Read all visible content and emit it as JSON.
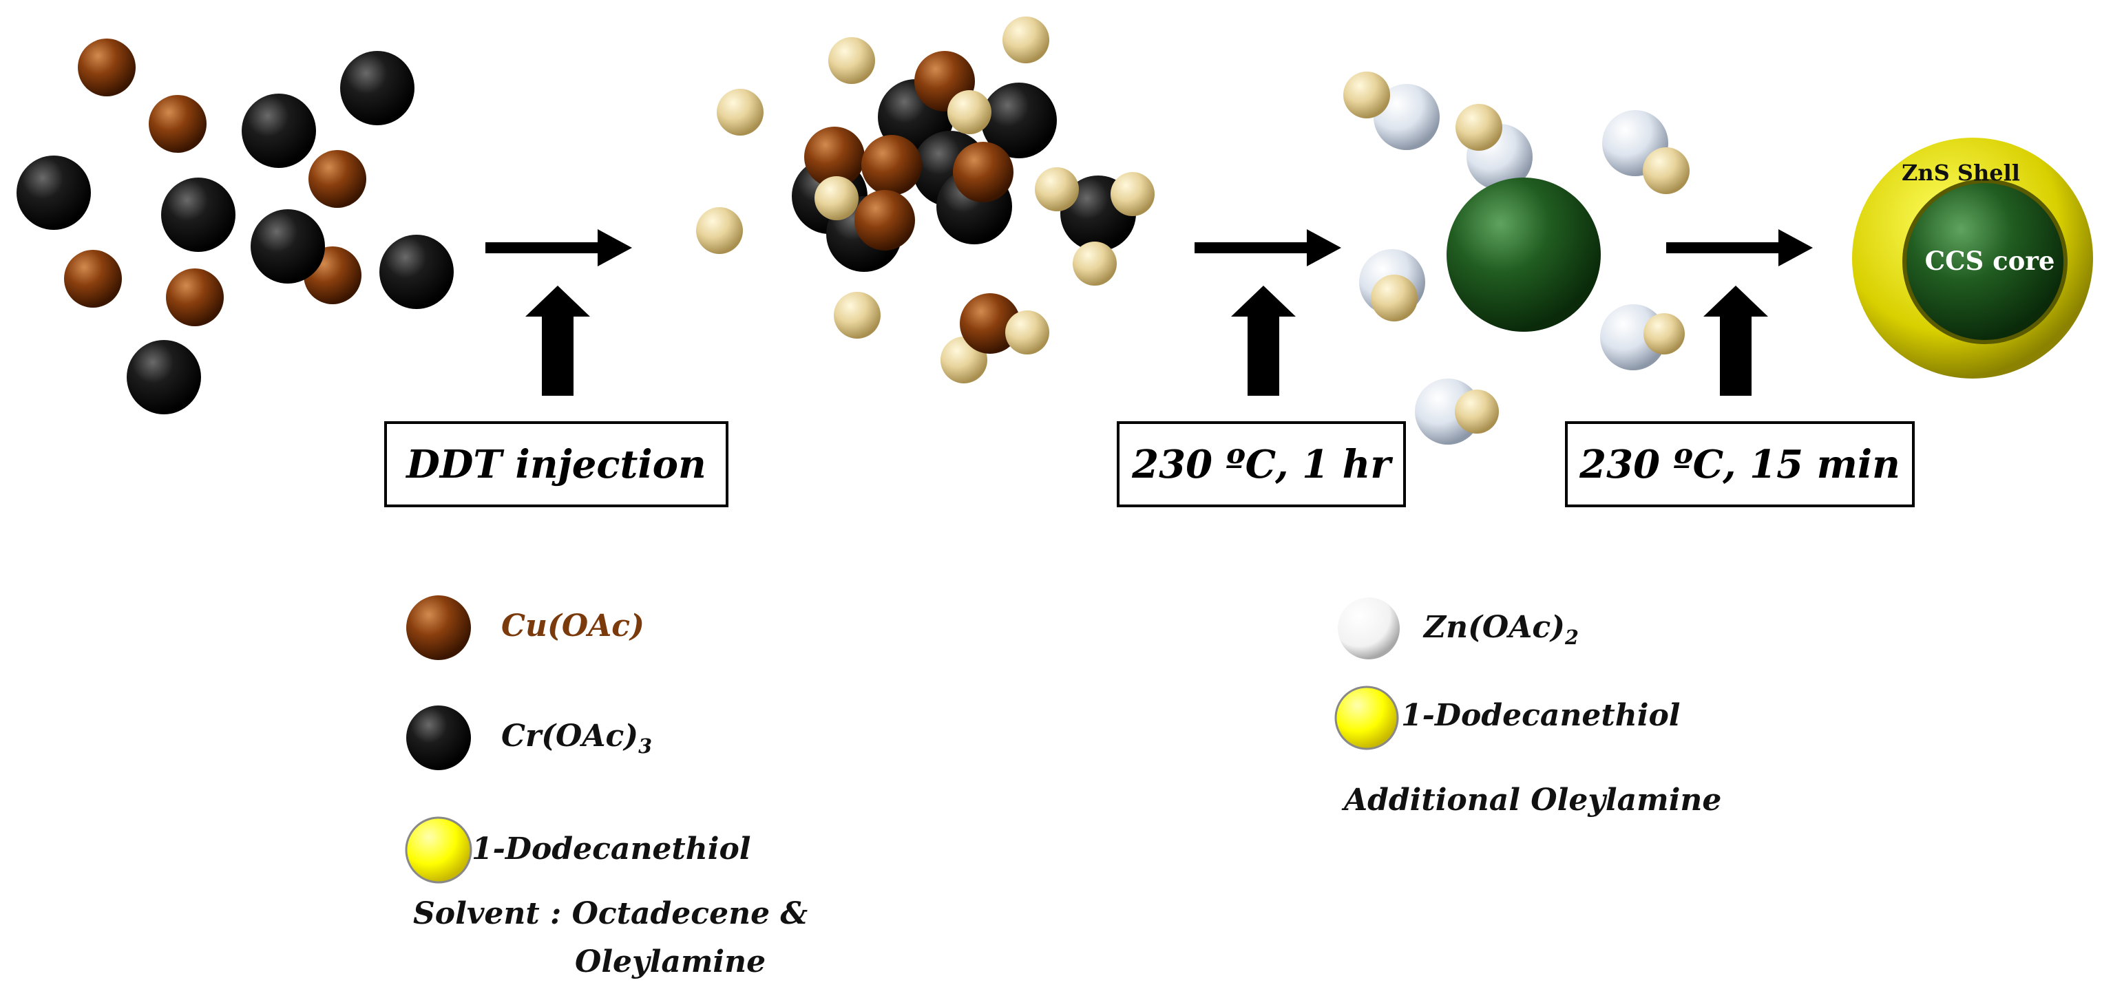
{
  "colors": {
    "cu": "#7a3a0c",
    "cr": "#1a1a1a",
    "ddt_small": "#e8d6a0",
    "zn": "#dfe6f0",
    "core": "#1f5a1f",
    "shell": "#d8d000",
    "dodecanethiol_legend": "#ffff00"
  },
  "steps": {
    "step1_label": "DDT injection",
    "step2_label": "230 ºC, 1 hr",
    "step3_label": "230 ºC, 15 min"
  },
  "product": {
    "shell_label": "ZnS Shell",
    "core_label": "CCS core"
  },
  "legend_left": {
    "cu_label": "Cu(OAc)",
    "cr_label": "Cr(OAc)",
    "cr_sub": "3",
    "ddt_label": "1-Dodecanethiol",
    "solvent_line1": "Solvent : Octadecene &",
    "solvent_line2": "Oleylamine"
  },
  "legend_right": {
    "zn_label": "Zn(OAc)",
    "zn_sub": "2",
    "ddt_label": "1-Dodecanethiol",
    "extra_label": "Additional Oleylamine"
  }
}
